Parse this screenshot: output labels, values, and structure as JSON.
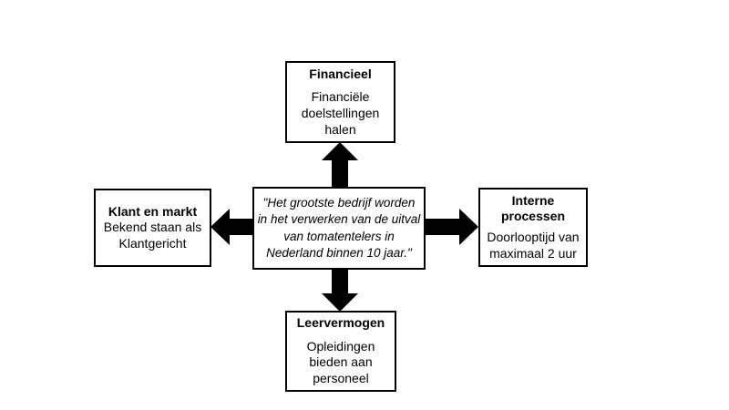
{
  "colors": {
    "background": "#ffffff",
    "line": "#000000",
    "text": "#000000"
  },
  "center_box": {
    "text": "\"Het grootste bedrijf worden\nin het verwerken van de uitval\nvan tomatentelers in\nNederland binnen 10 jaar.\""
  },
  "boxes": {
    "top": {
      "title": "Financieel",
      "body": "Financiële\ndoelstellingen\nhalen"
    },
    "left": {
      "title": "Klant en markt",
      "body": "Bekend staan als\nKlantgericht"
    },
    "right": {
      "title": "Interne\nprocessen",
      "body": "Doorlooptijd van\nmaximaal 2 uur"
    },
    "bottom": {
      "title": "Leervermogen",
      "body": "Opleidingen\nbieden aan\npersoneel"
    }
  },
  "arrows": [
    {
      "direction": "up"
    },
    {
      "direction": "left"
    },
    {
      "direction": "right"
    },
    {
      "direction": "down"
    }
  ]
}
